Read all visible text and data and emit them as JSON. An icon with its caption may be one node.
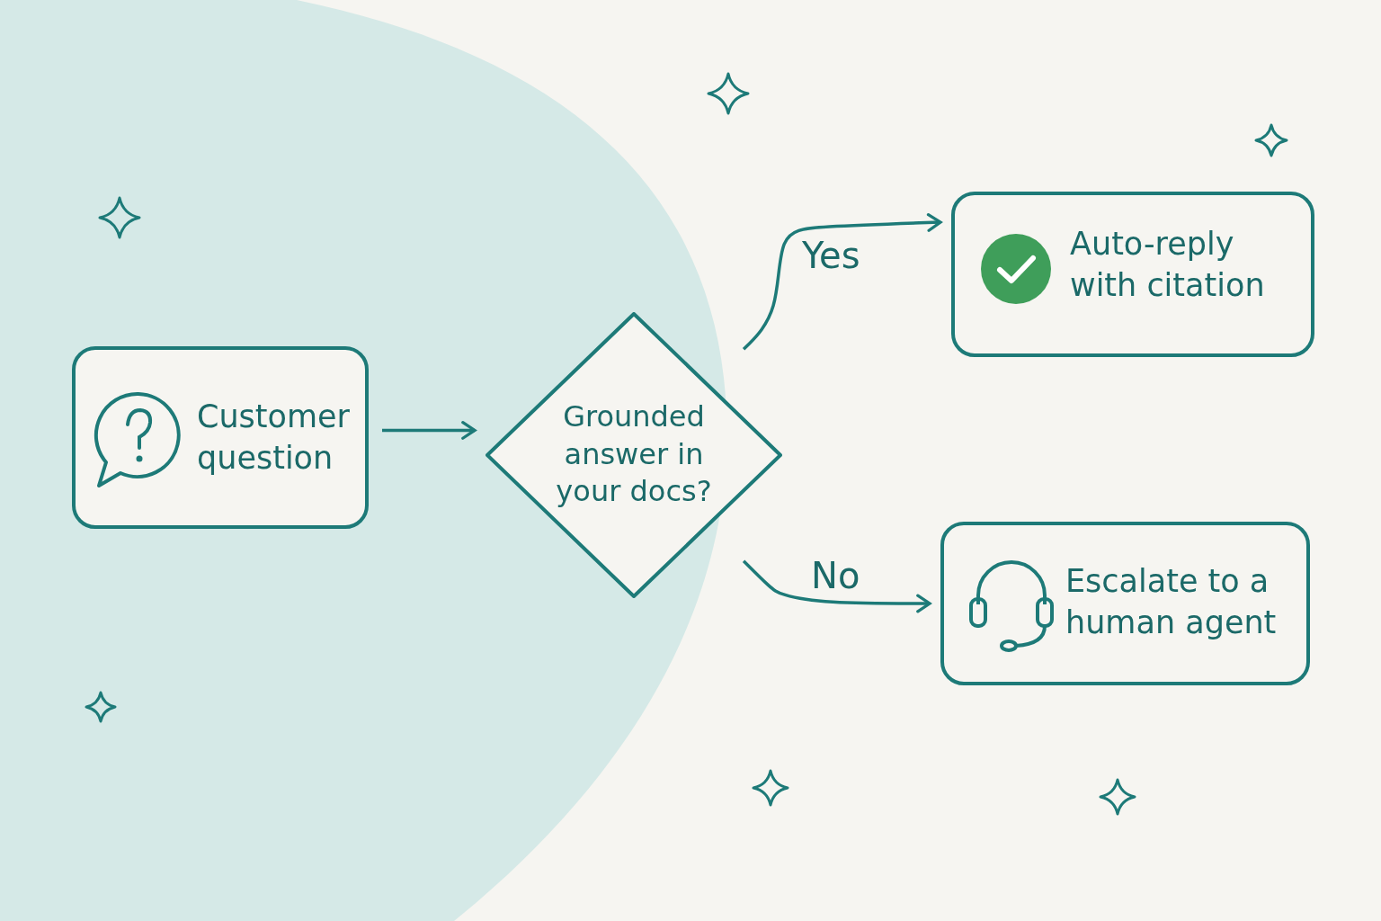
{
  "diagram": {
    "nodes": [
      {
        "text": [
          "Customer question"
        ]
      },
      {
        "text": [
          "Grounded answer in your docs?"
        ]
      },
      {
        "text": [
          "Auto-reply with citation"
        ]
      },
      {
        "text": [
          "Escalate to a human agent"
        ]
      }
    ],
    "edges": [
      {
        "from": 0,
        "to": 1,
        "arrow": "to"
      },
      {
        "from": 1,
        "to": 2,
        "arrow": "to",
        "label": "Yes"
      },
      {
        "from": 1,
        "to": 3,
        "arrow": "to",
        "label": "No"
      }
    ]
  }
}
